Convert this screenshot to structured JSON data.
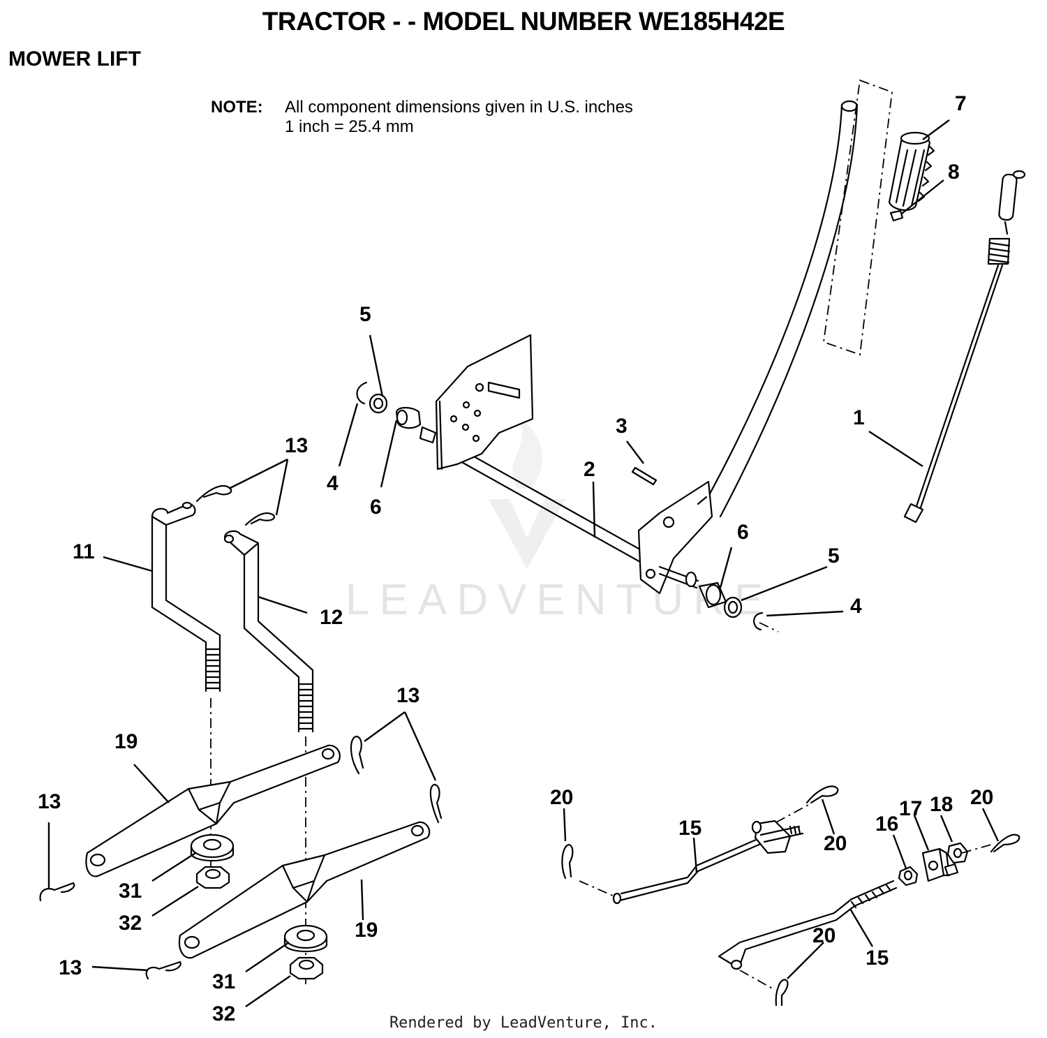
{
  "header": {
    "title": "TRACTOR - - MODEL NUMBER WE185H42E",
    "section": "MOWER LIFT"
  },
  "note": {
    "label": "NOTE:",
    "line1": "All component dimensions given in U.S. inches",
    "line2": "1 inch = 25.4 mm"
  },
  "watermark": "LEADVENTURE",
  "footer": "Rendered by LeadVenture, Inc.",
  "callouts": {
    "c1": "1",
    "c2": "2",
    "c3": "3",
    "c4a": "4",
    "c4b": "4",
    "c5a": "5",
    "c5b": "5",
    "c6a": "6",
    "c6b": "6",
    "c7": "7",
    "c8": "8",
    "c11": "11",
    "c12": "12",
    "c13a": "13",
    "c13b": "13",
    "c13c": "13",
    "c13d": "13",
    "c15a": "15",
    "c15b": "15",
    "c16": "16",
    "c17": "17",
    "c18": "18",
    "c19a": "19",
    "c19b": "19",
    "c20a": "20",
    "c20b": "20",
    "c20c": "20",
    "c20d": "20",
    "c31a": "31",
    "c31b": "31",
    "c32a": "32",
    "c32b": "32"
  }
}
